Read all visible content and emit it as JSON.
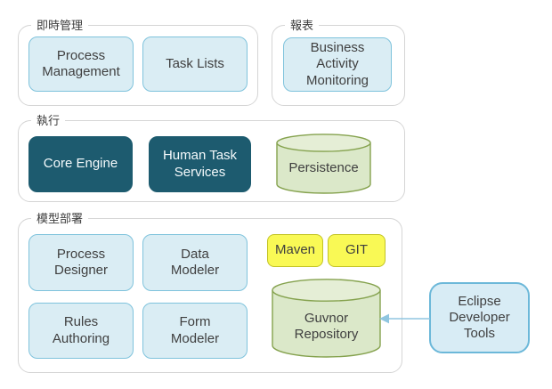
{
  "diagram": {
    "groups": {
      "realtime_management": {
        "label": "即時管理",
        "boxes": {
          "process_management": {
            "label": "Process Management"
          },
          "task_lists": {
            "label": "Task Lists"
          }
        }
      },
      "reporting": {
        "label": "報表",
        "boxes": {
          "business_activity_monitoring": {
            "label": "Business Activity Monitoring"
          }
        }
      },
      "execution": {
        "label": "執行",
        "boxes": {
          "core_engine": {
            "label": "Core Engine"
          },
          "human_task_services": {
            "label": "Human Task Services"
          },
          "persistence": {
            "label": "Persistence",
            "shape": "cylinder"
          }
        }
      },
      "modeling_deployment": {
        "label": "模型部署",
        "boxes": {
          "process_designer": {
            "label": "Process Designer"
          },
          "data_modeler": {
            "label": "Data Modeler"
          },
          "rules_authoring": {
            "label": "Rules Authoring"
          },
          "form_modeler": {
            "label": "Form Modeler"
          },
          "maven": {
            "label": "Maven"
          },
          "git": {
            "label": "GIT"
          },
          "guvnor_repository": {
            "label": "Guvnor Repository",
            "shape": "cylinder"
          }
        }
      }
    },
    "external": {
      "eclipse_developer_tools": {
        "label": "Eclipse Developer Tools"
      }
    },
    "connections": [
      {
        "from": "eclipse_developer_tools",
        "to": "guvnor_repository",
        "type": "arrow-left"
      }
    ],
    "colors": {
      "light_blue_fill": "#daedf4",
      "light_blue_border": "#7fc3dc",
      "dark_teal_fill": "#1d5b6f",
      "yellow_fill": "#f9f955",
      "yellow_border": "#c2c325",
      "green_fill": "#dbe8c9",
      "green_top_fill": "#e5eed6",
      "green_border": "#85a24e",
      "group_border": "#d5d5d5",
      "eclipse_border": "#6cb8d9",
      "arrow": "#90c6e0",
      "text_dark": "#3f3f3f",
      "text_light": "#f5fafc"
    }
  }
}
